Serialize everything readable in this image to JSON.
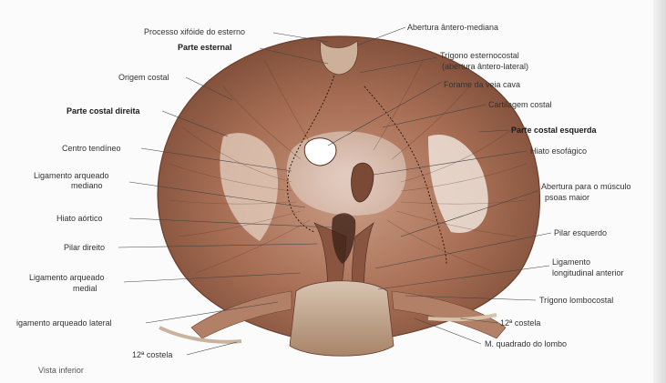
{
  "figure": {
    "caption": "Vista inferior",
    "colors": {
      "muscle": "#a86f55",
      "muscle_dark": "#7a4a36",
      "tendon": "#efe6de",
      "background": "#fbfbfb",
      "leader": "#444444"
    }
  },
  "labels_left": {
    "processo_xifoide": "Processo xifóide do esterno",
    "parte_esternal": "Parte esternal",
    "origem_costal": "Origem costal",
    "parte_costal_direita": "Parte costal direita",
    "centro_tendineo": "Centro tendíneo",
    "ligamento_arqueado_mediano_1": "Ligamento arqueado",
    "ligamento_arqueado_mediano_2": "mediano",
    "hiato_aortico": "Hiato aórtico",
    "pilar_direito": "Pilar direito",
    "ligamento_arqueado_medial_1": "Ligamento arqueado",
    "ligamento_arqueado_medial_2": "medial",
    "ligamento_arqueado_lateral": "igamento arqueado lateral",
    "costela_12_left": "12ª costela"
  },
  "labels_right": {
    "abertura_antero_mediana": "Abertura ântero-mediana",
    "trigono_esternocostal_1": "Trígono esternocostal",
    "trigono_esternocostal_2": "(abertura ântero-lateral)",
    "forame_veia_cava": "Forame da veia cava",
    "cartilagem_costal": "Cartilagem costal",
    "parte_costal_esquerda": "Parte costal esquerda",
    "hiato_esofagico": "Hiato esofágico",
    "abertura_psoas_1": "Abertura para o músculo",
    "abertura_psoas_2": "psoas maior",
    "pilar_esquerdo": "Pilar esquerdo",
    "ligamento_longitudinal_1": "Ligamento",
    "ligamento_longitudinal_2": "longitudinal anterior",
    "trigono_lombocostal": "Trígono lombocostal",
    "costela_12_right": "12ª costela",
    "quadrado_lombo": "M. quadrado do lombo"
  }
}
